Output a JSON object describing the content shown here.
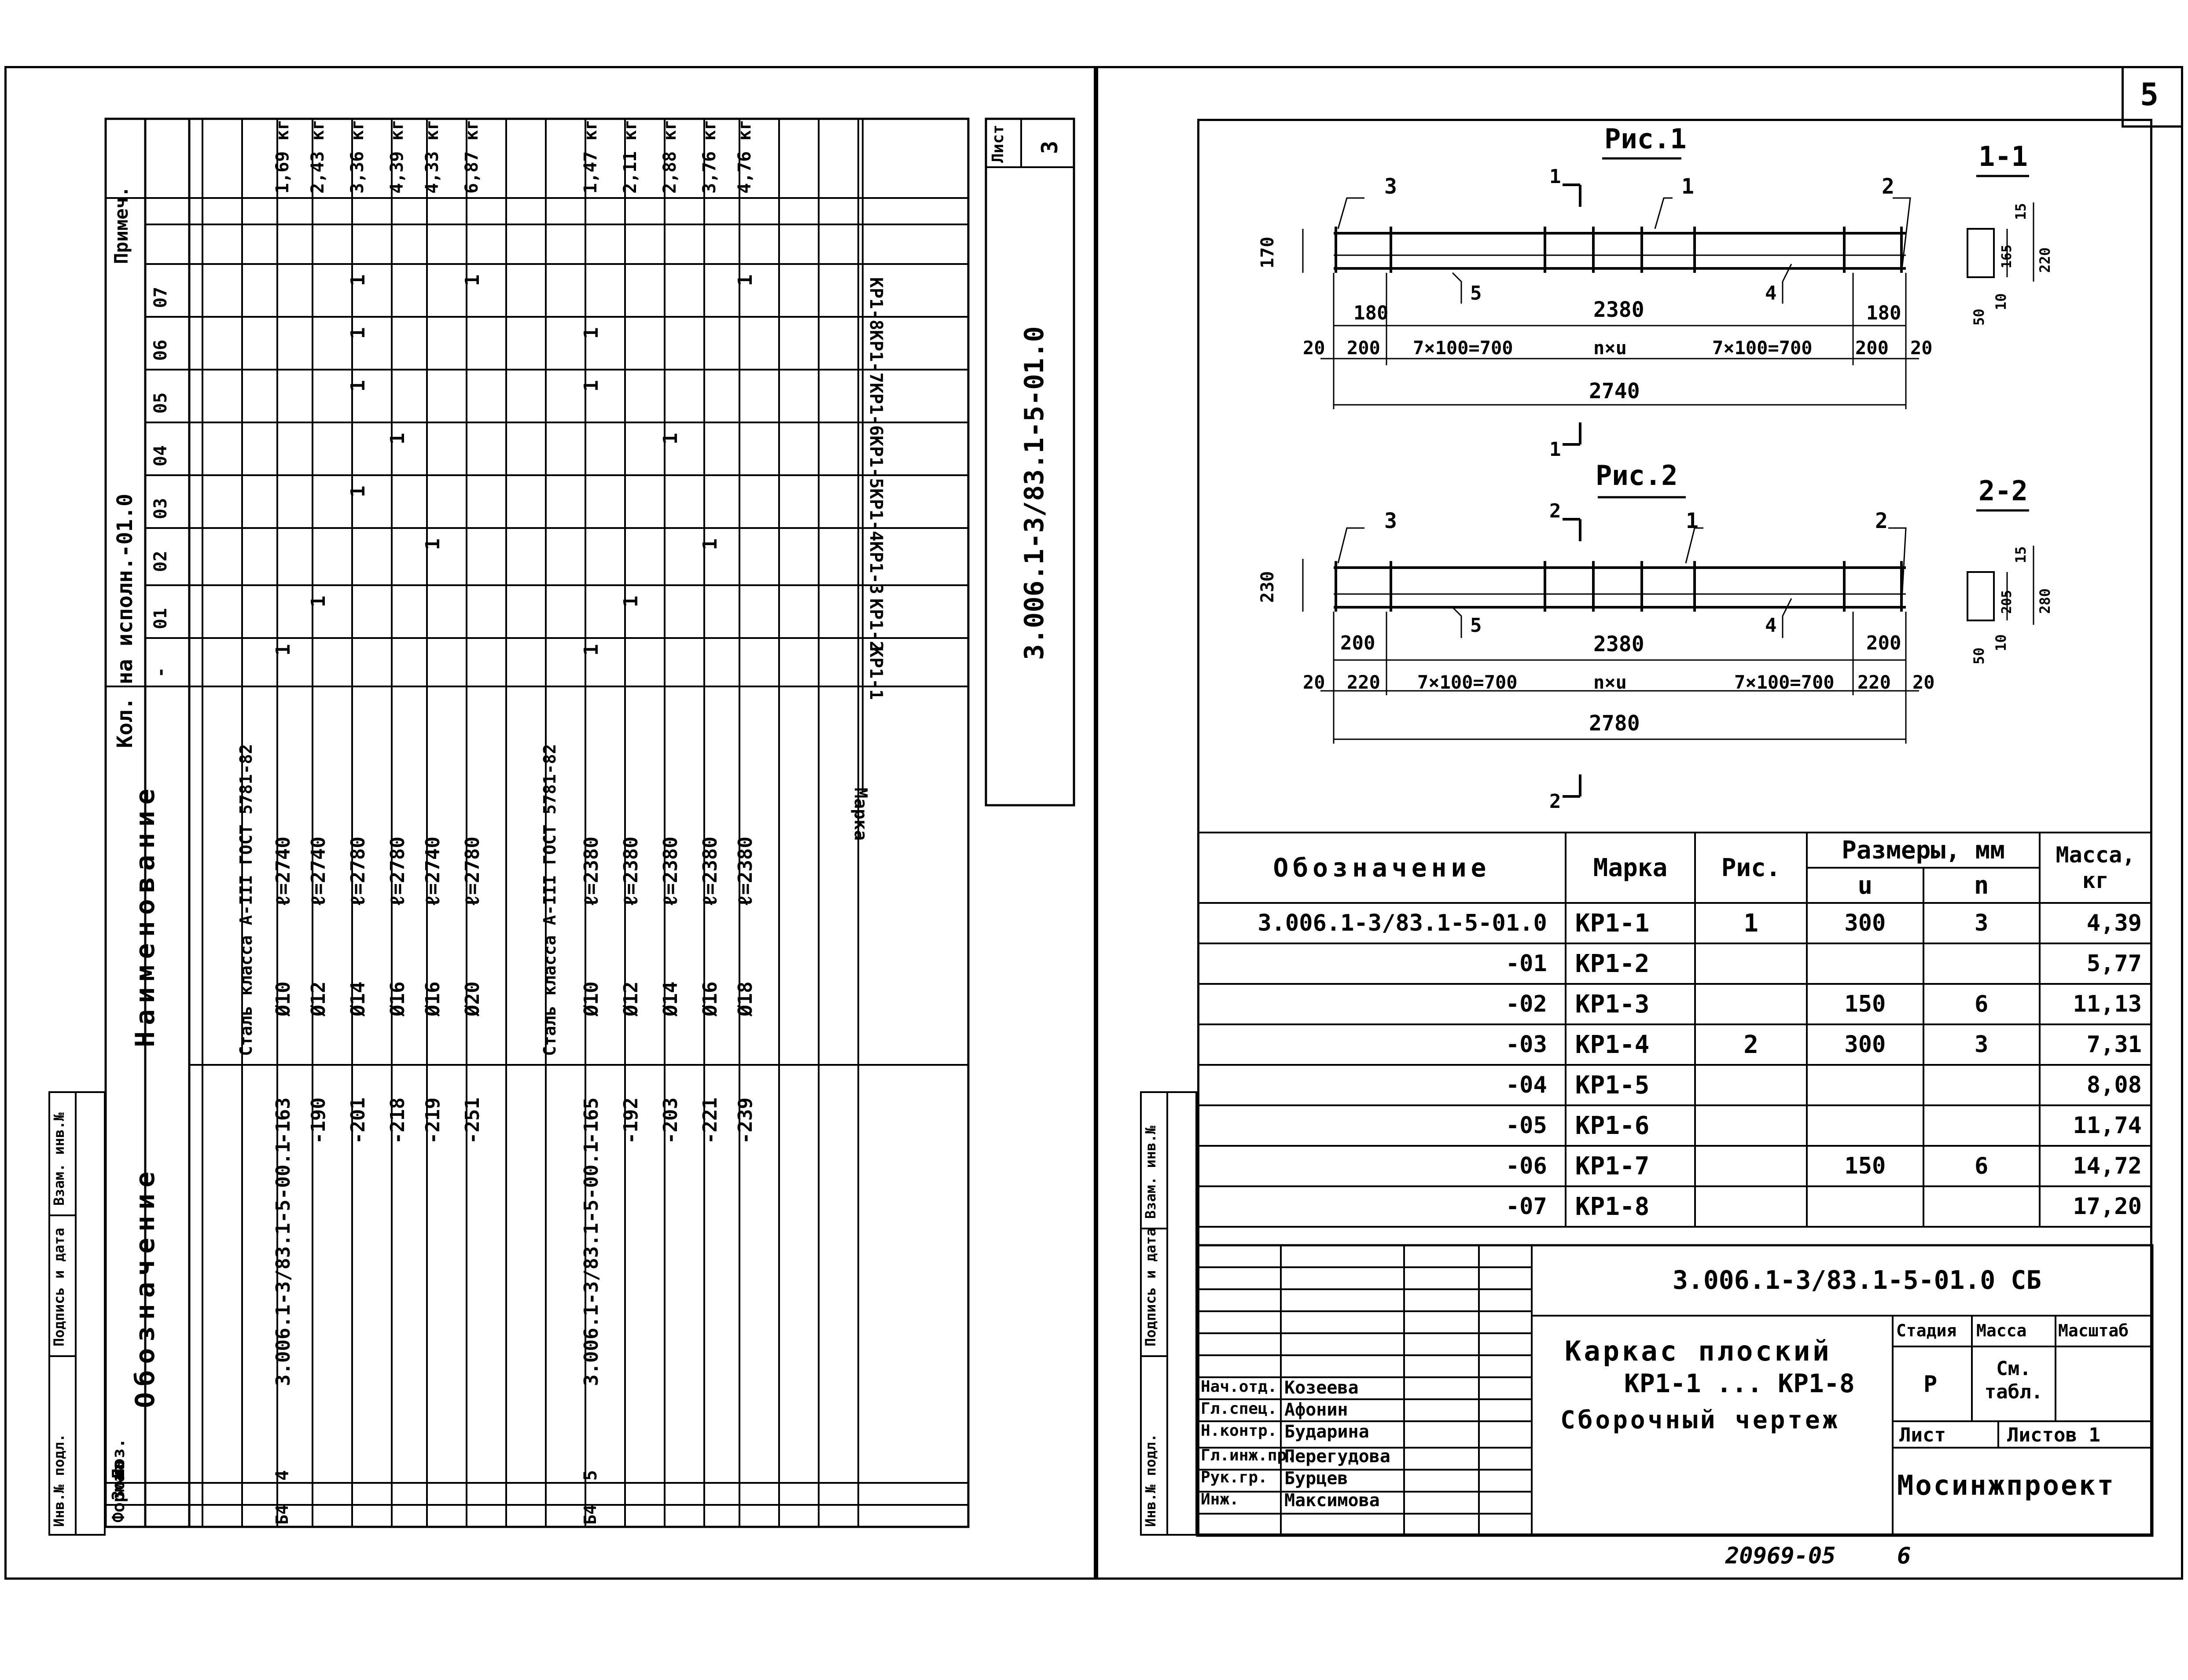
{
  "sheet_number": "5",
  "left_sheet": {
    "sheet_label": "Лист",
    "sheet_no": "3",
    "doc_code": "3.006.1-3/83.1-5-01.0",
    "header": {
      "format": "Формат",
      "zone": "Зона",
      "pos": "Поз.",
      "designation": "Обозначение",
      "name": "Наименование",
      "qty_title": "Кол. на исполн.-01.0",
      "variants": [
        "-",
        "01",
        "02",
        "03",
        "04",
        "05",
        "06",
        "07"
      ],
      "note": "Примеч.",
      "marka": "Марка"
    },
    "marks": [
      "КР1-1",
      "КР1-2",
      "КР1-3",
      "КР1-4",
      "КР1-5",
      "КР1-6",
      "КР1-7",
      "КР1-8"
    ],
    "groups": [
      {
        "format": "Б4",
        "pos": "4",
        "designation": "3.006.1-3/83.1-5-00.1",
        "standard": "Сталь класса А-III ГОСТ 5781-82",
        "rows": [
          {
            "suffix": "-163",
            "dia": "Ø10",
            "len": "ℓ=2740",
            "col": 0,
            "note": "1,69 кг"
          },
          {
            "suffix": "-190",
            "dia": "Ø12",
            "len": "ℓ=2740",
            "col": 1,
            "note": "2,43 кг"
          },
          {
            "suffix": "-201",
            "dia": "Ø14",
            "len": "ℓ=2780",
            "col": 3,
            "note": "3,36 кг"
          },
          {
            "suffix": "-218",
            "dia": "Ø16",
            "len": "ℓ=2780",
            "col": 4,
            "note": "4,39 кг"
          },
          {
            "suffix": "-219",
            "dia": "Ø16",
            "len": "ℓ=2740",
            "col": 2,
            "note": "4,33 кг"
          },
          {
            "suffix": "-251",
            "dia": "Ø20",
            "len": "ℓ=2780",
            "col": 7,
            "note": "6,87 кг"
          }
        ]
      },
      {
        "format": "Б4",
        "pos": "5",
        "designation": "3.006.1-3/83.1-5-00.1",
        "standard": "Сталь класса А-III ГОСТ 5781-82",
        "rows": [
          {
            "suffix": "-165",
            "dia": "Ø10",
            "len": "ℓ=2380",
            "col": 0,
            "note": "1,47 кг"
          },
          {
            "suffix": "-192",
            "dia": "Ø12",
            "len": "ℓ=2380",
            "col": 1,
            "note": "2,11 кг"
          },
          {
            "suffix": "-203",
            "dia": "Ø14",
            "len": "ℓ=2380",
            "col": 4,
            "note": "2,88 кг"
          },
          {
            "suffix": "-221",
            "dia": "Ø16",
            "len": "ℓ=2380",
            "col": 2,
            "note": "3,76 кг"
          },
          {
            "suffix": "-239",
            "dia": "Ø18",
            "len": "ℓ=2380",
            "col": 7,
            "note": "4,76 кг"
          }
        ]
      }
    ],
    "extra_marks": [
      {
        "row": 3,
        "col": 5
      },
      {
        "row": 3,
        "col": 6
      },
      {
        "row": 3,
        "col": 7
      },
      {
        "row": 9,
        "col": 5
      },
      {
        "row": 9,
        "col": 6
      }
    ],
    "side_stamp": [
      "Инв.№ подл.",
      "Подпись и дата",
      "Взам. инв.№"
    ]
  },
  "right_sheet": {
    "fig1": {
      "title": "Рис.1",
      "section": "1-1",
      "height": "170",
      "dims_top": [
        "180",
        "2380",
        "180"
      ],
      "dims_mid": [
        "20",
        "200",
        "7×100=700",
        "n×u",
        "7×100=700",
        "200",
        "20"
      ],
      "total": "2740",
      "callouts": [
        "1",
        "2",
        "3",
        "4",
        "5"
      ],
      "section_dims": [
        "15",
        "165",
        "220",
        "50",
        "10"
      ],
      "cut": "1"
    },
    "fig2": {
      "title": "Рис.2",
      "section": "2-2",
      "height": "230",
      "dims_top": [
        "200",
        "2380",
        "200"
      ],
      "dims_mid": [
        "20",
        "220",
        "7×100=700",
        "n×u",
        "7×100=700",
        "220",
        "20"
      ],
      "total": "2780",
      "callouts": [
        "1",
        "2",
        "3",
        "4",
        "5"
      ],
      "section_dims": [
        "15",
        "205",
        "280",
        "50",
        "10"
      ],
      "cut": "2"
    },
    "table": {
      "headers": {
        "designation": "Обозначение",
        "mark": "Марка",
        "fig": "Рис.",
        "sizes": "Размеры, мм",
        "u": "u",
        "n": "n",
        "mass": "Масса, кг"
      },
      "rows": [
        {
          "designation": "3.006.1-3/83.1-5-01.0",
          "mark": "КР1-1",
          "fig": "1",
          "u": "300",
          "n": "3",
          "mass": "4,39"
        },
        {
          "designation": "-01",
          "mark": "КР1-2",
          "fig": "",
          "u": "",
          "n": "",
          "mass": "5,77"
        },
        {
          "designation": "-02",
          "mark": "КР1-3",
          "fig": "",
          "u": "150",
          "n": "6",
          "mass": "11,13"
        },
        {
          "designation": "-03",
          "mark": "КР1-4",
          "fig": "2",
          "u": "300",
          "n": "3",
          "mass": "7,31"
        },
        {
          "designation": "-04",
          "mark": "КР1-5",
          "fig": "",
          "u": "",
          "n": "",
          "mass": "8,08"
        },
        {
          "designation": "-05",
          "mark": "КР1-6",
          "fig": "",
          "u": "",
          "n": "",
          "mass": "11,74"
        },
        {
          "designation": "-06",
          "mark": "КР1-7",
          "fig": "",
          "u": "150",
          "n": "6",
          "mass": "14,72"
        },
        {
          "designation": "-07",
          "mark": "КР1-8",
          "fig": "",
          "u": "",
          "n": "",
          "mass": "17,20"
        }
      ]
    },
    "title_block": {
      "doc_code": "3.006.1-3/83.1-5-01.0 СБ",
      "title_line1": "Каркас плоский",
      "title_line2": "КР1-1 ... КР1-8",
      "title_line3": "Сборочный чертеж",
      "stage_label": "Стадия",
      "mass_label": "Масса",
      "scale_label": "Масштаб",
      "stage": "Р",
      "mass": "См. табл.",
      "sheet_label": "Лист",
      "sheets_label": "Листов 1",
      "org": "Мосинжпроект",
      "people": [
        {
          "role": "Нач.отд.",
          "name": "Козеева"
        },
        {
          "role": "Гл.спец.",
          "name": "Афонин"
        },
        {
          "role": "Н.контр.",
          "name": "Бударина"
        },
        {
          "role": "Гл.инж.пр.",
          "name": "Перегудова"
        },
        {
          "role": "Рук.гр.",
          "name": "Бурцев"
        },
        {
          "role": "Инж.",
          "name": "Максимова"
        }
      ]
    },
    "side_stamp": [
      "Инв.№ подл.",
      "Подпись и дата",
      "Взам. инв.№"
    ],
    "footer": "20969-05",
    "footer_page": "6"
  }
}
